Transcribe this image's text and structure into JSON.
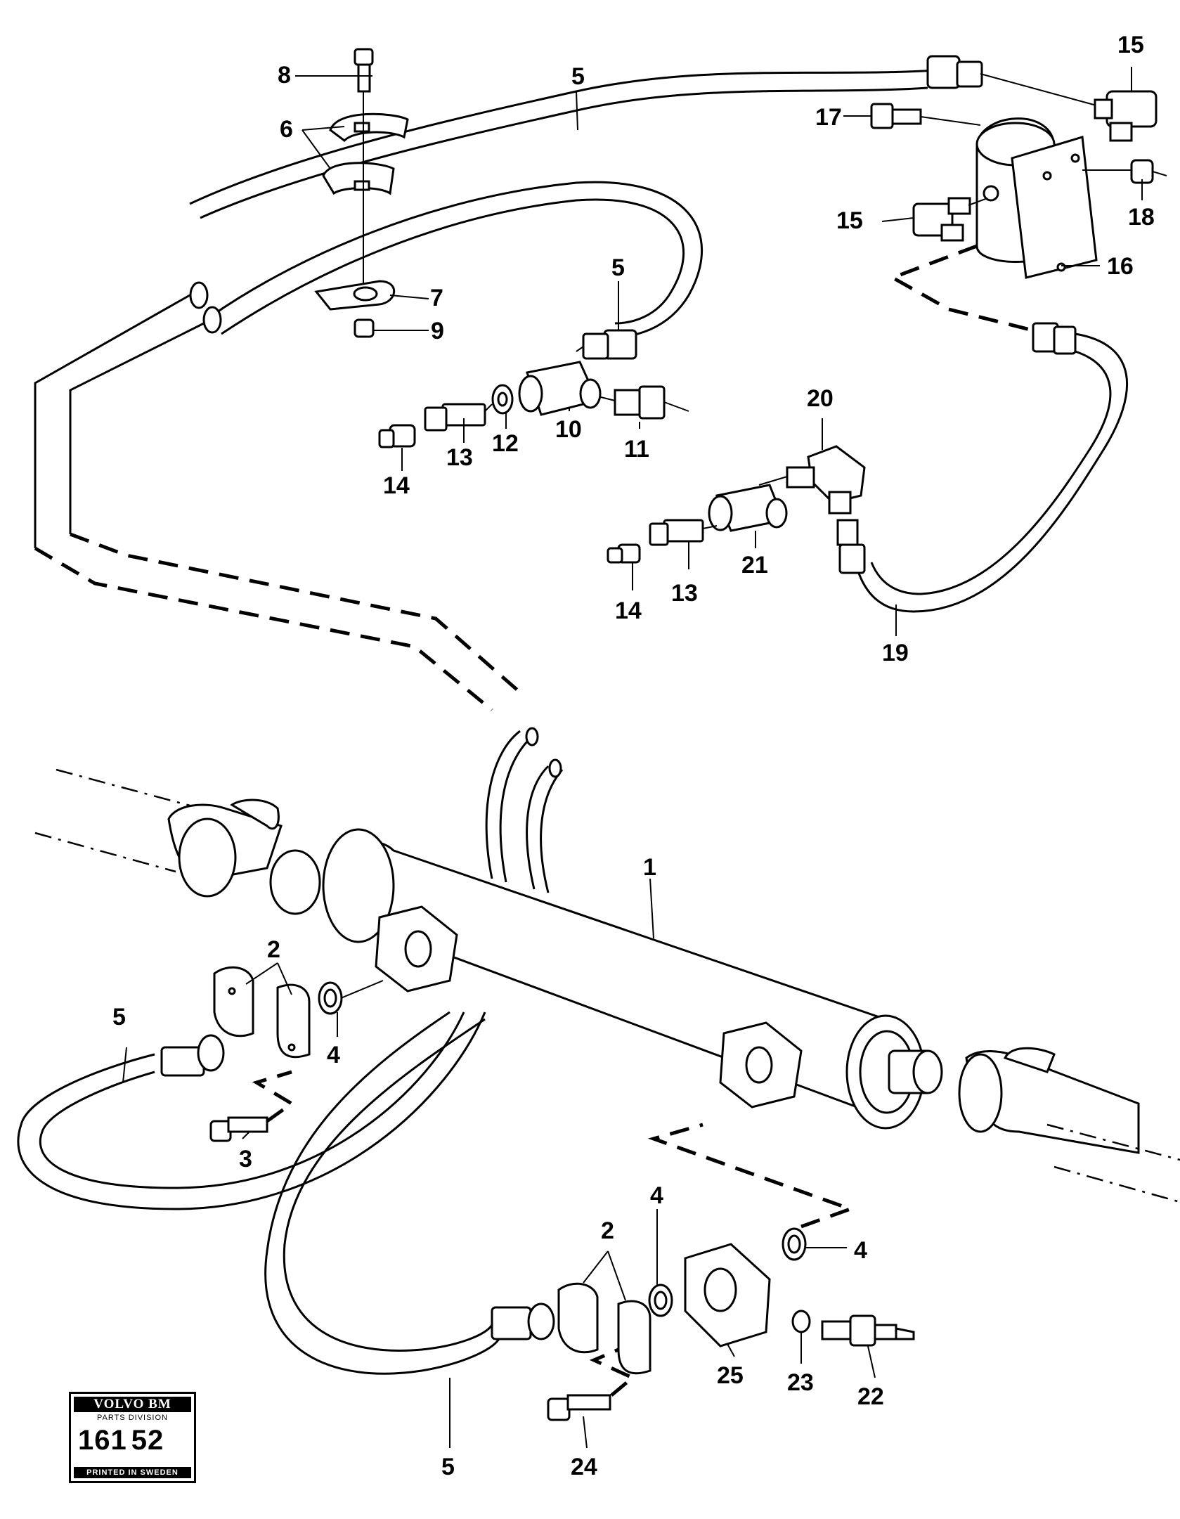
{
  "callouts": {
    "c1": "1",
    "c2a": "2",
    "c2b": "2",
    "c3": "3",
    "c4a": "4",
    "c4b": "4",
    "c4c": "4",
    "c5a": "5",
    "c5b": "5",
    "c5c": "5",
    "c5d": "5",
    "c6": "6",
    "c7": "7",
    "c8": "8",
    "c9": "9",
    "c10": "10",
    "c11": "11",
    "c12": "12",
    "c13a": "13",
    "c13b": "13",
    "c14a": "14",
    "c14b": "14",
    "c15a": "15",
    "c15b": "15",
    "c16": "16",
    "c17": "17",
    "c18": "18",
    "c19": "19",
    "c20": "20",
    "c21": "21",
    "c22": "22",
    "c23": "23",
    "c24": "24",
    "c25": "25"
  },
  "stamp": {
    "brand": "VOLVO BM",
    "division": "PARTS DIVISION",
    "code_a": "161",
    "code_b": "52",
    "footer": "PRINTED IN SWEDEN"
  }
}
